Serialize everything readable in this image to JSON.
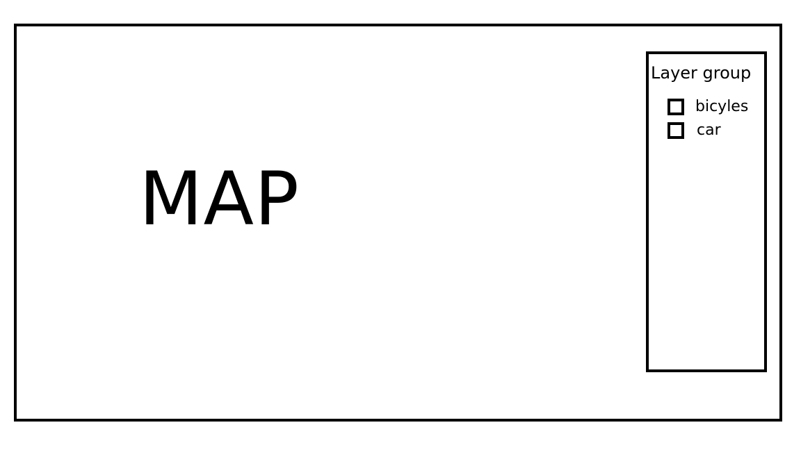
{
  "map": {
    "label": "MAP"
  },
  "layer_panel": {
    "title": "Layer group",
    "layers": [
      {
        "label": "bicyles",
        "checked": false
      },
      {
        "label": "car",
        "checked": false
      }
    ]
  },
  "colors": {
    "stroke": "#000000",
    "background": "#ffffff"
  }
}
